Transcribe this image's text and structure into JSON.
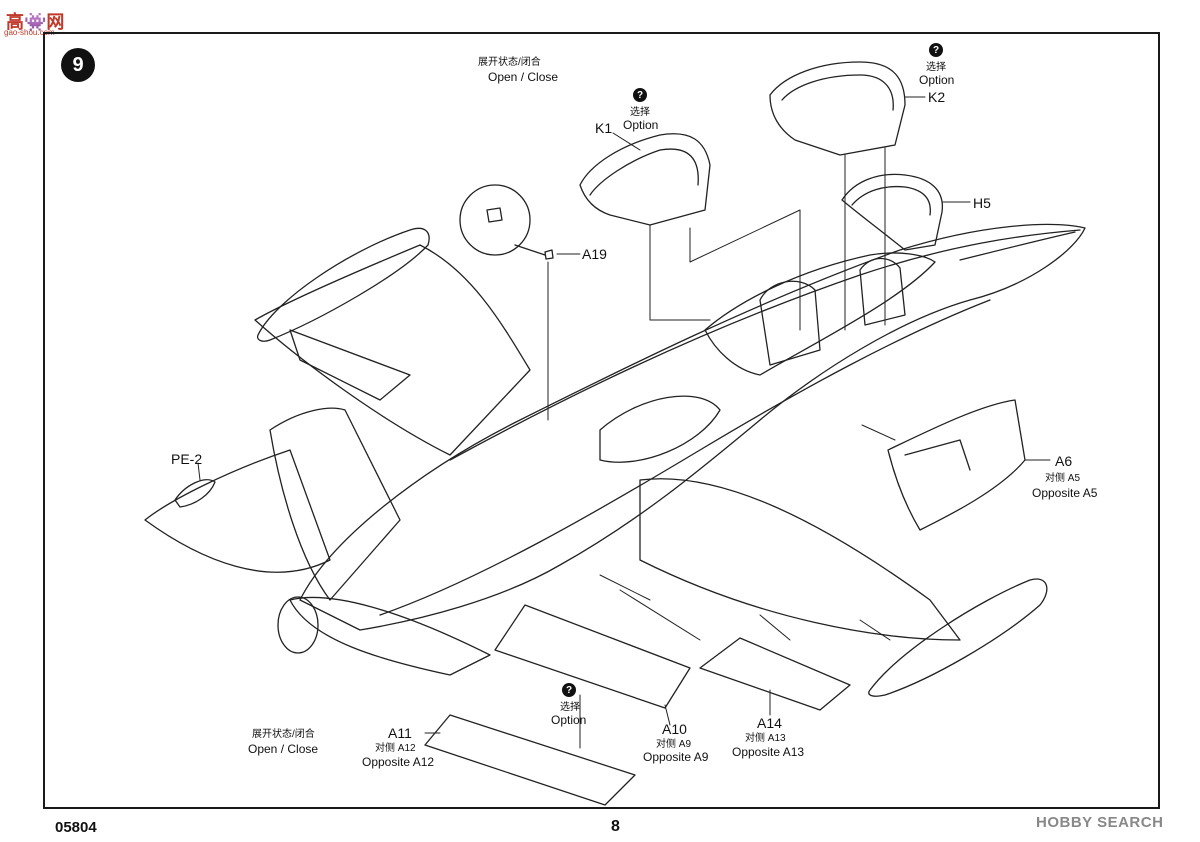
{
  "page": {
    "step_number": "9",
    "model_code": "05804",
    "page_number": "8"
  },
  "corner": {
    "logo_text": "高👾网",
    "site_text": "gao-shou.com"
  },
  "watermark": {
    "text": "HOBBY SEARCH"
  },
  "annotations": {
    "top_open_close_cn": "展开状态/闭合",
    "top_open_close_en": "Open / Close",
    "bottom_open_close_cn": "展开状态/闭合",
    "bottom_open_close_en": "Open / Close",
    "k1_option_cn": "选择",
    "k1_option_en": "Option",
    "k2_option_cn": "选择",
    "k2_option_en": "Option",
    "a10_option_cn": "选择",
    "a10_option_en": "Option",
    "question_mark": "?"
  },
  "parts": {
    "k1": "K1",
    "k2": "K2",
    "h5": "H5",
    "a19": "A19",
    "pe2": "PE-2",
    "a6": "A6",
    "a6_opposite_cn": "对侧 A5",
    "a6_opposite_en": "Opposite A5",
    "a10": "A10",
    "a10_opposite_cn": "对侧 A9",
    "a10_opposite_en": "Opposite A9",
    "a14": "A14",
    "a14_opposite_cn": "对侧 A13",
    "a14_opposite_en": "Opposite A13",
    "a11": "A11",
    "a11_opposite_cn": "对侧 A12",
    "a11_opposite_en": "Opposite A12"
  }
}
